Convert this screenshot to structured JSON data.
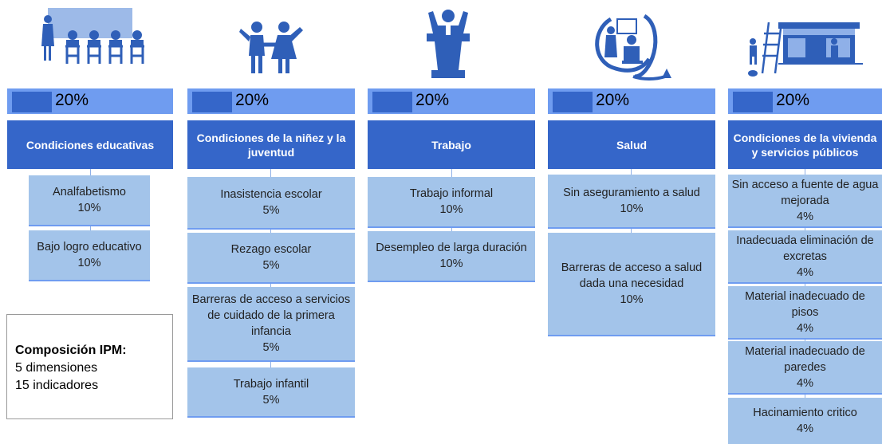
{
  "dimensions": [
    {
      "weight": "20%",
      "name": "Condiciones educativas",
      "icon": "classroom-icon",
      "indicators": [
        {
          "name": "Analfabetismo",
          "weight": "10%"
        },
        {
          "name": "Bajo logro educativo",
          "weight": "10%"
        }
      ]
    },
    {
      "weight": "20%",
      "name": "Condiciones de la niñez y la juventud",
      "icon": "children-icon",
      "indicators": [
        {
          "name": "Inasistencia escolar",
          "weight": "5%"
        },
        {
          "name": "Rezago escolar",
          "weight": "5%"
        },
        {
          "name": "Barreras de acceso a servicios de cuidado de la primera infancia",
          "weight": "5%"
        },
        {
          "name": "Trabajo infantil",
          "weight": "5%"
        }
      ]
    },
    {
      "weight": "20%",
      "name": "Trabajo",
      "icon": "speaker-podium-icon",
      "indicators": [
        {
          "name": "Trabajo informal",
          "weight": "10%"
        },
        {
          "name": "Desempleo de larga duración",
          "weight": "10%"
        }
      ]
    },
    {
      "weight": "20%",
      "name": "Salud",
      "icon": "stethoscope-icon",
      "indicators": [
        {
          "name": "Sin aseguramiento a salud",
          "weight": "10%"
        },
        {
          "name": "Barreras de acceso a salud dada una necesidad",
          "weight": "10%"
        }
      ]
    },
    {
      "weight": "20%",
      "name": "Condiciones de la vivienda y servicios públicos",
      "icon": "house-icon",
      "indicators": [
        {
          "name": "Sin acceso a fuente de agua mejorada",
          "weight": "4%"
        },
        {
          "name": "Inadecuada eliminación de excretas",
          "weight": "4%"
        },
        {
          "name": "Material inadecuado de pisos",
          "weight": "4%"
        },
        {
          "name": "Material inadecuado de paredes",
          "weight": "4%"
        },
        {
          "name": "Hacinamiento critico",
          "weight": "4%"
        }
      ]
    }
  ],
  "composition": {
    "title": "Composición IPM:",
    "line1": "5 dimensiones",
    "line2": "15 indicadores"
  },
  "colors": {
    "dimension_header": "#3566c9",
    "weight_bar": "#6f9cf0",
    "indicator_box": "#a3c4ea",
    "icon": "#2f5fb8"
  }
}
